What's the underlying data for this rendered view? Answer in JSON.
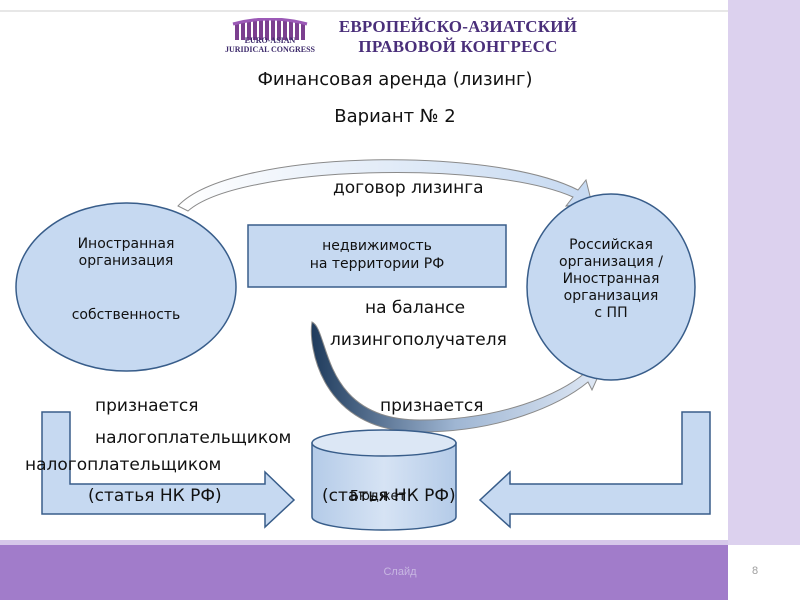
{
  "header": {
    "logo_text_line1": "EURO-ASIAN",
    "logo_text_line2": "JURIDICAL CONGRESS",
    "congress_line1": "ЕВРОПЕЙСКО-АЗИАТСКИЙ",
    "congress_line2": "ПРАВОВОЙ КОНГРЕСС"
  },
  "slide": {
    "title": "Финансовая аренда (лизинг)",
    "subtitle": "Вариант № 2",
    "number": "8",
    "footer": "Слайд"
  },
  "diagram": {
    "contract_label": "договор лизинга",
    "left_org": {
      "line1": "Иностранная",
      "line2": "организация",
      "line3": "собственность"
    },
    "property_box": {
      "line1": "недвижимость",
      "line2": "на территории РФ"
    },
    "right_org": {
      "line1": "Российская",
      "line2": "организация /",
      "line3": "Иностранная",
      "line4": "организация",
      "line5": "с ПП"
    },
    "balance_line1": "на балансе",
    "balance_line2": "лизингополучателя",
    "left_recognized": "признается",
    "left_taxpayer_1": "налогоплательщиком",
    "left_taxpayer_2": "налогоплательщиком",
    "left_article": "(статья НК РФ)",
    "right_recognized": "признается",
    "right_article": "(статья НК РФ)",
    "budget_label": "Бюджет"
  },
  "colors": {
    "shape_fill": "#c6d9f1",
    "shape_stroke": "#385d8a",
    "accent_purple": "#a17cca",
    "logo_purple": "#4a2f7a"
  }
}
